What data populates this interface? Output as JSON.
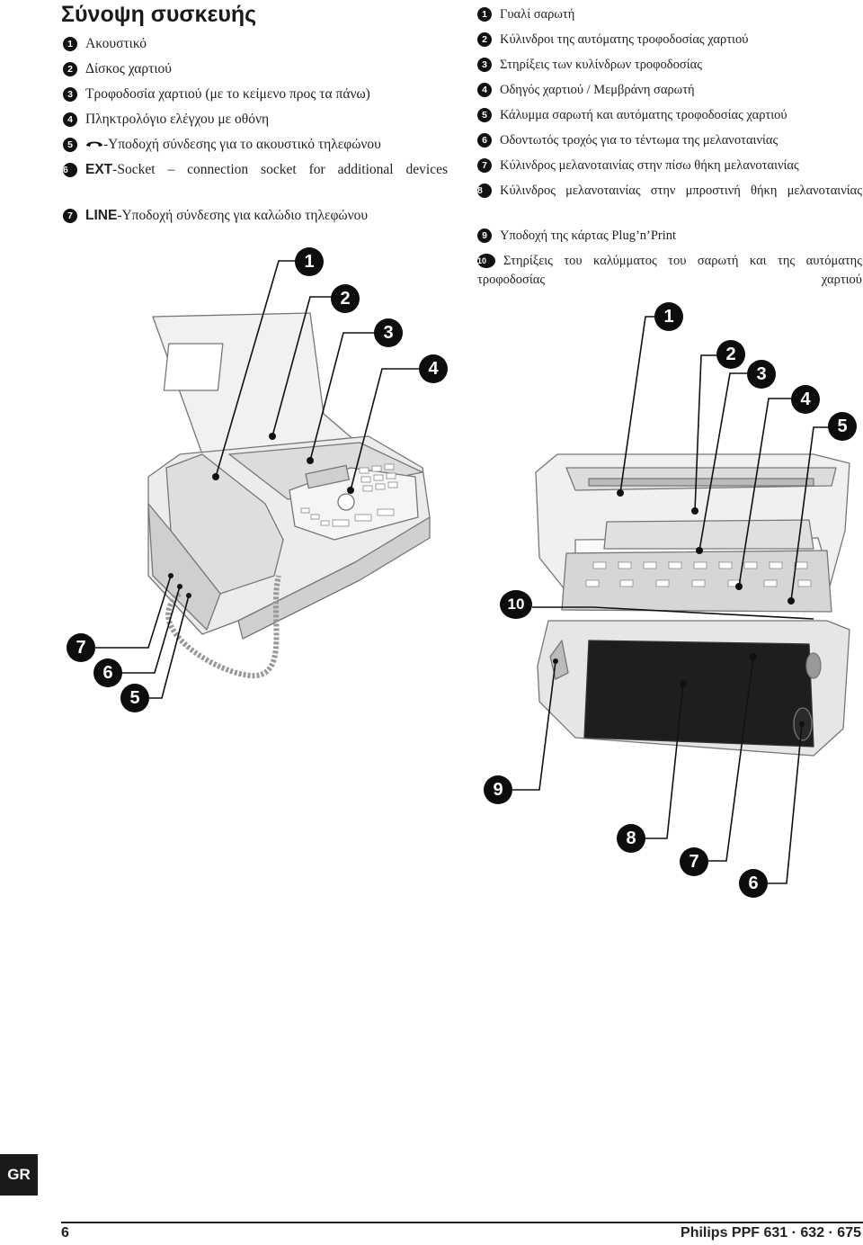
{
  "title": "Σύνοψη συσκευής",
  "left_legend": [
    {
      "num": "1",
      "text": "Ακουστικό"
    },
    {
      "num": "2",
      "text": "Δίσκος χαρτιού"
    },
    {
      "num": "3",
      "text": "Τροφοδοσία χαρτιού (με το κείμενο προς τα πάνω)"
    },
    {
      "num": "4",
      "text": "Πληκτρολόγιο ελέγχου με οθόνη"
    },
    {
      "num": "5",
      "text": "-Υποδοχή σύνδεσης για το ακουστικό τηλεφώνου"
    },
    {
      "num": "6",
      "bold": "EXT",
      "text": "-Socket – connection socket for additional devices"
    },
    {
      "num": "7",
      "bold": "LINE",
      "text": "-Υποδοχή σύνδεσης για καλώδιο τηλεφώνου"
    }
  ],
  "right_legend": [
    {
      "num": "1",
      "text": "Γυαλί σαρωτή"
    },
    {
      "num": "2",
      "text": "Κύλινδροι της αυτόματης τροφοδοσίας χαρτιού"
    },
    {
      "num": "3",
      "text": "Στηρίξεις των κυλίνδρων τροφοδοσίας"
    },
    {
      "num": "4",
      "text": "Οδηγός χαρτιού / Μεμβράνη σαρωτή"
    },
    {
      "num": "5",
      "text": "Κάλυμμα σαρωτή και αυτόματης τροφοδοσίας χαρτιού"
    },
    {
      "num": "6",
      "text": "Οδοντωτός τροχός για το τέντωμα της μελανοταινίας"
    },
    {
      "num": "7",
      "text": "Κύλινδρος μελανοταινίας στην πίσω θήκη μελανοταινίας"
    },
    {
      "num": "8",
      "text": "Κύλινδρος μελανοταινίας στην μπροστινή θήκη μελανοταινίας"
    },
    {
      "num": "9",
      "text": "Υποδοχή της κάρτας Plug’n’Print"
    },
    {
      "num": "10",
      "text": "Στηρίξεις του καλύμματος του σαρωτή και της αυτόματης τροφοδοσίας χαρτιού"
    }
  ],
  "fig1_callouts": [
    "1",
    "2",
    "3",
    "4",
    "7",
    "6",
    "5"
  ],
  "fig2_callouts": [
    "1",
    "2",
    "3",
    "4",
    "5",
    "10",
    "9",
    "8",
    "7",
    "6"
  ],
  "language_tab": "GR",
  "footer": {
    "page_number": "6",
    "model": "Philips PPF 631 · 632 · 675"
  }
}
